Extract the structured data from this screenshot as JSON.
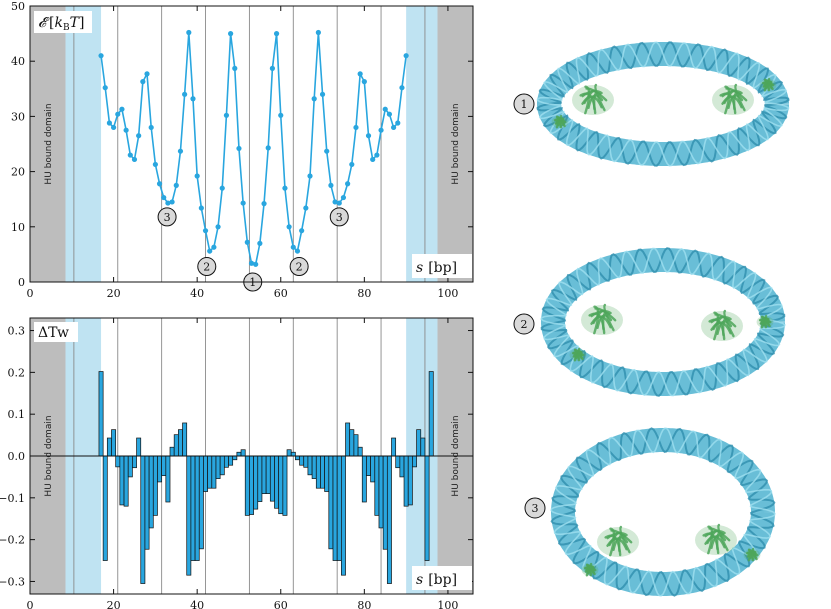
{
  "chart_data": [
    {
      "type": "line",
      "ylabel": "𝓔 [kBT]",
      "ylabel_parts": {
        "symbol": "𝓔",
        "unit_k": "k",
        "unit_sub": "B",
        "unit_T": "T"
      },
      "xlabel": "s [bp]",
      "xlabel_parts": {
        "symbol": "s",
        "unit": "[bp]"
      },
      "xlim": [
        0,
        106
      ],
      "ylim": [
        0,
        50
      ],
      "xticks": [
        0,
        20,
        40,
        60,
        80,
        100
      ],
      "yticks": [
        0,
        10,
        20,
        30,
        40,
        50
      ],
      "grid_vertical_at": [
        10.5,
        21,
        31.5,
        42,
        52.5,
        63,
        73.5,
        84,
        94.5
      ],
      "gray_regions": [
        [
          0,
          8.5
        ],
        [
          97.5,
          106
        ]
      ],
      "blue_regions": [
        [
          8.5,
          17
        ],
        [
          90,
          97.5
        ]
      ],
      "region_labels": [
        "HU bound domain",
        "HU bound domain"
      ],
      "color": "#29a6df",
      "series": [
        {
          "x": [
            17,
            18,
            19,
            20,
            21,
            22,
            23,
            24,
            25,
            26,
            27,
            28,
            29,
            30,
            31,
            32,
            33,
            34,
            35,
            36,
            37,
            38,
            39,
            40,
            41,
            42,
            43,
            44,
            45,
            46,
            47,
            48,
            49,
            50,
            51,
            52,
            53,
            54,
            55,
            56,
            57,
            58,
            59,
            60,
            61,
            62,
            63,
            64,
            65,
            66,
            67,
            68,
            69,
            70,
            71,
            72,
            73,
            74,
            75,
            76,
            77,
            78,
            79,
            80,
            81,
            82,
            83,
            84,
            85,
            86,
            87,
            88,
            89,
            90
          ],
          "y": [
            41,
            35.2,
            28.8,
            28,
            30.4,
            31.3,
            27.5,
            23,
            22.2,
            26.5,
            36.3,
            37.7,
            28,
            21.3,
            17.8,
            15.3,
            14.3,
            14.5,
            17.5,
            23.7,
            34,
            45.2,
            33.2,
            19.2,
            13.4,
            9.3,
            5.6,
            6.3,
            10,
            17,
            30.2,
            45,
            38.7,
            24.2,
            14.3,
            7.2,
            3.4,
            3.2,
            7,
            14.2,
            24.3,
            38.7,
            45,
            30.2,
            17,
            10,
            6.3,
            5.6,
            9.3,
            13.4,
            19.2,
            33.2,
            45.2,
            34,
            23.7,
            17.5,
            14.5,
            14.3,
            15.3,
            17.8,
            21.3,
            28,
            37.7,
            36.3,
            26.5,
            22.2,
            23,
            27.5,
            31.3,
            30.4,
            28,
            28.8,
            35.2,
            41
          ]
        }
      ],
      "markers": [
        {
          "label": "3",
          "x": 32.8,
          "y": 11.8
        },
        {
          "label": "2",
          "x": 42.3,
          "y": 2.8
        },
        {
          "label": "1",
          "x": 53.3,
          "y": 0.0
        },
        {
          "label": "2",
          "x": 64.4,
          "y": 2.8
        },
        {
          "label": "3",
          "x": 74.0,
          "y": 11.8
        }
      ]
    },
    {
      "type": "bar",
      "ylabel": "ΔTw",
      "xlabel": "s [bp]",
      "xlabel_parts": {
        "symbol": "s",
        "unit": "[bp]"
      },
      "xlim": [
        0,
        106
      ],
      "ylim": [
        -0.33,
        0.33
      ],
      "xticks": [
        0,
        20,
        40,
        60,
        80,
        100
      ],
      "yticks": [
        -0.3,
        -0.2,
        -0.1,
        0.0,
        0.1,
        0.2,
        0.3
      ],
      "ytick_labels": [
        "−0.3",
        "−0.2",
        "−0.1",
        "0.0",
        "0.1",
        "0.2",
        "0.3"
      ],
      "grid_vertical_at": [
        10.5,
        21,
        31.5,
        42,
        52.5,
        63,
        73.5,
        84,
        94.5
      ],
      "gray_regions": [
        [
          0,
          8.5
        ],
        [
          97.5,
          106
        ]
      ],
      "blue_regions": [
        [
          8.5,
          17
        ],
        [
          90,
          97.5
        ]
      ],
      "region_labels": [
        "HU bound domain",
        "HU bound domain"
      ],
      "color": "#29a6df",
      "bar_x_start": 16.5,
      "bar_width": 1,
      "values": [
        0.202,
        -0.25,
        0.043,
        0.063,
        -0.026,
        -0.117,
        -0.12,
        -0.05,
        -0.028,
        0.043,
        -0.305,
        -0.223,
        -0.172,
        -0.142,
        -0.062,
        -0.047,
        -0.11,
        0.021,
        0.051,
        0.063,
        0.079,
        -0.285,
        -0.25,
        -0.25,
        -0.222,
        -0.085,
        -0.077,
        -0.077,
        -0.054,
        -0.045,
        -0.027,
        -0.022,
        -0.009,
        0.009,
        0.015,
        -0.142,
        -0.14,
        -0.127,
        -0.109,
        -0.09,
        -0.09,
        -0.108,
        -0.125,
        -0.138,
        -0.142,
        0.015,
        0.009,
        -0.009,
        -0.022,
        -0.027,
        -0.045,
        -0.054,
        -0.077,
        -0.077,
        -0.085,
        -0.222,
        -0.25,
        -0.25,
        -0.285,
        0.079,
        0.063,
        0.051,
        0.021,
        -0.11,
        -0.047,
        -0.062,
        -0.142,
        -0.172,
        -0.223,
        -0.305,
        0.043,
        -0.028,
        -0.05,
        -0.12,
        -0.117,
        -0.026,
        0.063,
        0.043,
        -0.25,
        0.202
      ]
    }
  ],
  "structure_panels": {
    "labels": [
      "1",
      "2",
      "3"
    ],
    "dna_color": "#5cb9d4",
    "protein_color": "#4ea65a"
  }
}
